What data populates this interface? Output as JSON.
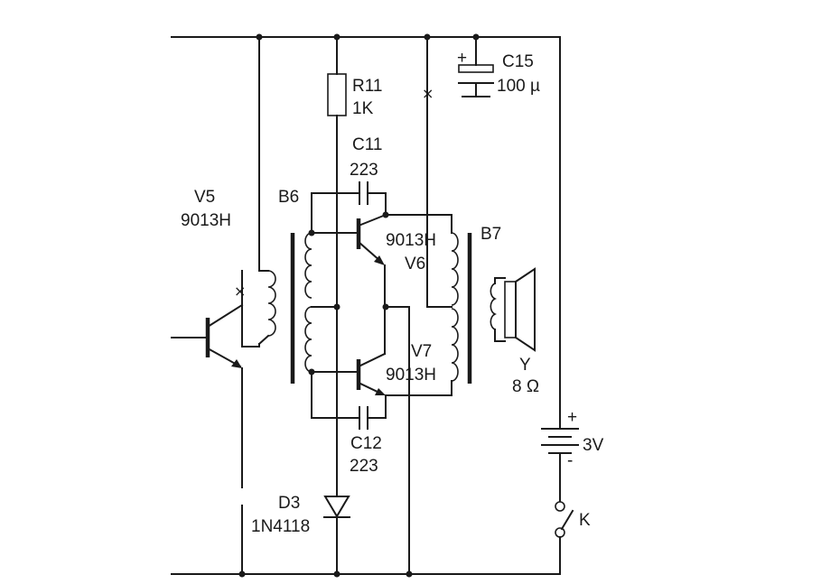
{
  "labels": {
    "v5_name": "V5",
    "v5_type": "9013H",
    "b6": "B6",
    "r11_name": "R11",
    "r11_value": "1K",
    "c11_name": "C11",
    "c11_value": "223",
    "v6_type": "9013H",
    "v6_name": "V6",
    "b7": "B7",
    "v7_name": "V7",
    "v7_type": "9013H",
    "y_name": "Y",
    "y_value": "8 Ω",
    "c12_name": "C12",
    "c12_value": "223",
    "d3_name": "D3",
    "d3_type": "1N4118",
    "c15_name": "C15",
    "c15_value": "100 µ",
    "batt_plus": "+",
    "batt_minus": "-",
    "batt_value": "3V",
    "switch_name": "K",
    "c15_plus": "+",
    "cross_mark_1": "×",
    "cross_mark_2": "×"
  },
  "icons": {
    "transistor": "npn-transistor-icon",
    "speaker": "speaker-icon",
    "battery": "battery-icon",
    "diode": "diode-icon",
    "switch": "switch-icon"
  },
  "colors": {
    "ink": "#1a1a1a",
    "paper": "#ffffff"
  }
}
